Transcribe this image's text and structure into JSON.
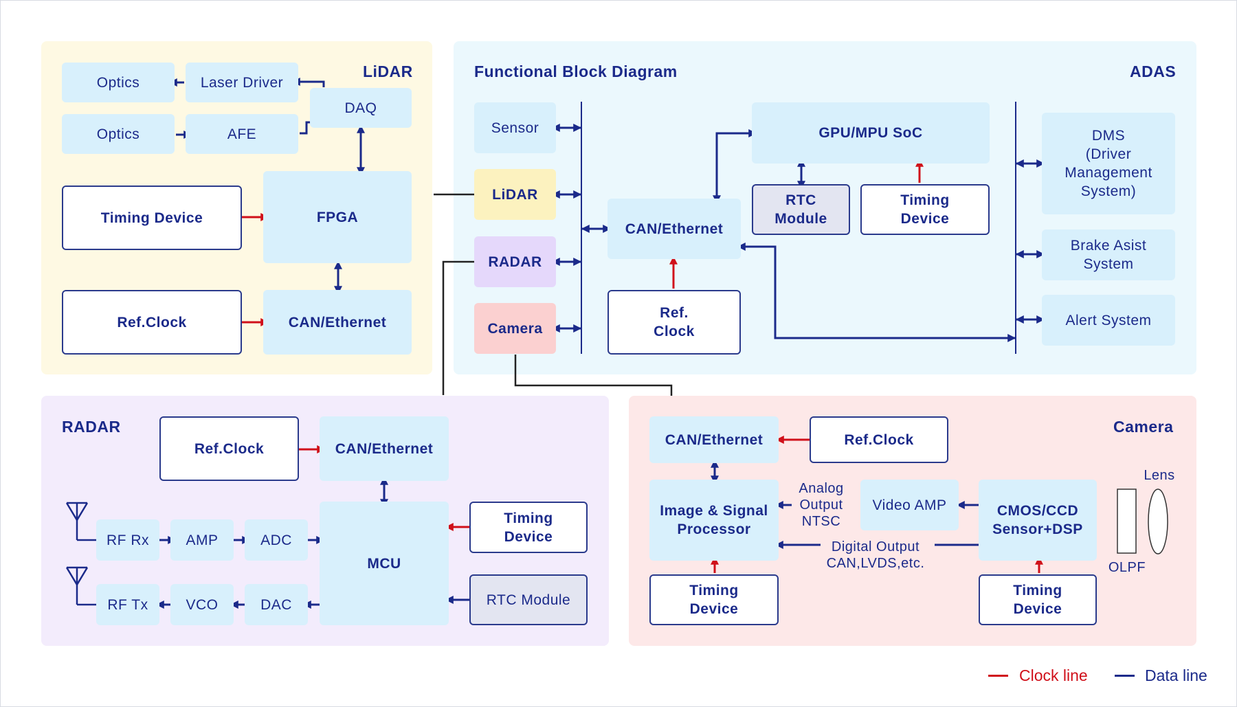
{
  "colors": {
    "data_line": "#1b2a8a",
    "clock_line": "#d0101a",
    "lidar_bg": "#fef9e3",
    "adas_bg": "#ebf8fd",
    "radar_bg": "#f3ecfc",
    "camera_bg": "#fde8e8",
    "block_bg": "#d8f0fc"
  },
  "lidar": {
    "title": "LiDAR",
    "optics_1": "Optics",
    "laser_driver": "Laser Driver",
    "daq": "DAQ",
    "optics_2": "Optics",
    "afe": "AFE",
    "timing_device": "Timing Device",
    "fpga": "FPGA",
    "ref_clock": "Ref.Clock",
    "can_ethernet": "CAN/Ethernet"
  },
  "adas": {
    "diagram_title": "Functional Block Diagram",
    "title": "ADAS",
    "sensor": "Sensor",
    "lidar": "LiDAR",
    "radar": "RADAR",
    "camera": "Camera",
    "can_ethernet": "CAN/Ethernet",
    "ref_clock": "Ref.\nClock",
    "gpu_soc": "GPU/MPU SoC",
    "rtc_module": "RTC\nModule",
    "timing_device": "Timing\nDevice",
    "dms": "DMS\n(Driver\nManagement\nSystem)",
    "brake": "Brake Asist\nSystem",
    "alert": "Alert System"
  },
  "radar": {
    "title": "RADAR",
    "ref_clock": "Ref.Clock",
    "can_ethernet": "CAN/Ethernet",
    "rf_rx": "RF Rx",
    "amp": "AMP",
    "adc": "ADC",
    "mcu": "MCU",
    "timing_device": "Timing\nDevice",
    "rf_tx": "RF Tx",
    "vco": "VCO",
    "dac": "DAC",
    "rtc_module": "RTC Module"
  },
  "camera": {
    "title": "Camera",
    "can_ethernet": "CAN/Ethernet",
    "ref_clock": "Ref.Clock",
    "isp": "Image & Signal\nProcessor",
    "analog_output": "Analog\nOutput\nNTSC",
    "video_amp": "Video AMP",
    "cmos": "CMOS/CCD\nSensor+DSP",
    "lens": "Lens",
    "olpf": "OLPF",
    "digital_output": "Digital Output\nCAN,LVDS,etc.",
    "timing_device_1": "Timing\nDevice",
    "timing_device_2": "Timing\nDevice"
  },
  "legend": {
    "clock_line": "Clock line",
    "data_line": "Data line"
  }
}
